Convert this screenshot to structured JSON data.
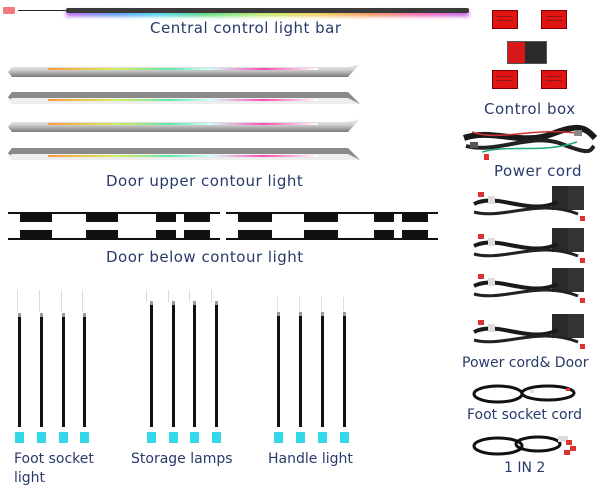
{
  "title": "Ambient light kit contents",
  "labels": {
    "central_bar": "Central control light bar",
    "door_upper": "Door upper contour light",
    "door_below": "Door below contour light",
    "foot_socket_line1": "Foot socket",
    "foot_socket_line2": "light",
    "storage": "Storage lamps",
    "handle": "Handle light",
    "control_box": "Control box",
    "power_cord": "Power cord",
    "power_cord_door": "Power cord& Door",
    "foot_socket_cord": "Foot socket cord",
    "one_in_two": "1 IN 2"
  },
  "counts": {
    "door_upper_bars": 4,
    "door_below_strips": 2,
    "foot_socket_lights": 4,
    "storage_lamps": 4,
    "handle_lights": 4,
    "door_harnesses": 4,
    "control_box_modules": 4
  },
  "colors": {
    "label_text": "#283a6b",
    "cable_cap": "#35d8ea",
    "control_box_red": "#e21313"
  }
}
